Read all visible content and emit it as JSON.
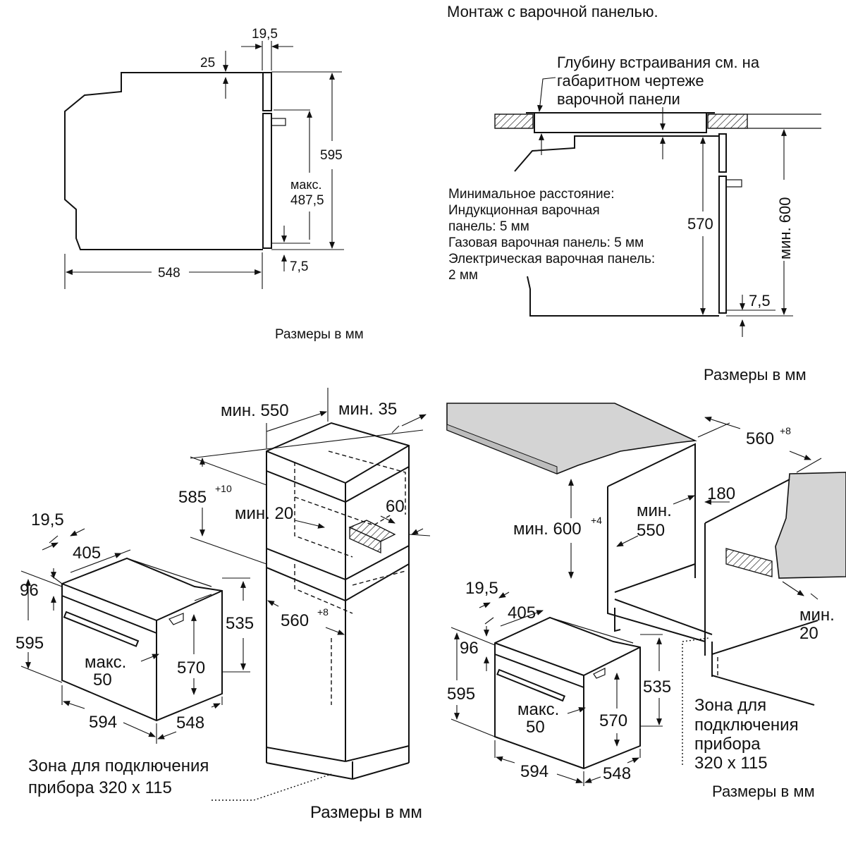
{
  "diagram1": {
    "d_19_5": "19,5",
    "d_25": "25",
    "d_595": "595",
    "d_max": "макс.",
    "d_487_5": "487,5",
    "d_7_5": "7,5",
    "d_548": "548",
    "units": "Размеры в мм"
  },
  "diagram2": {
    "title": "Монтаж с варочной панелью.",
    "note_line1": "Глубину встраивания см. на",
    "note_line2": "габаритном чертеже",
    "note_line3": "варочной панели",
    "min_line1": "Минимальное расстояние:",
    "min_line2": "Индукционная варочная",
    "min_line3": "панель: 5 мм",
    "min_line4": "Газовая варочная панель: 5 мм",
    "min_line5": "Электрическая варочная панель:",
    "min_line6": "2 мм",
    "d_570": "570",
    "d_min600": "мин. 600",
    "d_7_5": "7,5",
    "units": "Размеры в мм"
  },
  "diagram3": {
    "d_min550": "мин. 550",
    "d_min35": "мин. 35",
    "d_585": "585",
    "d_585_tol": "+10",
    "d_min20": "мин. 20",
    "d_60": "60",
    "d_19_5": "19,5",
    "d_405": "405",
    "d_96": "96",
    "d_595": "595",
    "d_535": "535",
    "d_560": "560",
    "d_560_tol": "+8",
    "d_max": "макс.",
    "d_50": "50",
    "d_570": "570",
    "d_594": "594",
    "d_548": "548",
    "zone_line1": "Зона для подключения",
    "zone_line2": "прибора 320 x 115",
    "units": "Размеры в мм"
  },
  "diagram4": {
    "d_560": "560",
    "d_560_tol": "+8",
    "d_min": "мин.",
    "d_550": "550",
    "d_180": "180",
    "d_min600": "мин. 600",
    "d_min600_tol": "+4",
    "d_19_5": "19,5",
    "d_405": "405",
    "d_96": "96",
    "d_min20a": "мин.",
    "d_min20b": "20",
    "d_595": "595",
    "d_535": "535",
    "d_max": "макс.",
    "d_50": "50",
    "d_570": "570",
    "d_594": "594",
    "d_548": "548",
    "zone_line1": "Зона для",
    "zone_line2": "подключения",
    "zone_line3": "прибора",
    "zone_line4": "320 x 115",
    "units": "Размеры в мм"
  }
}
